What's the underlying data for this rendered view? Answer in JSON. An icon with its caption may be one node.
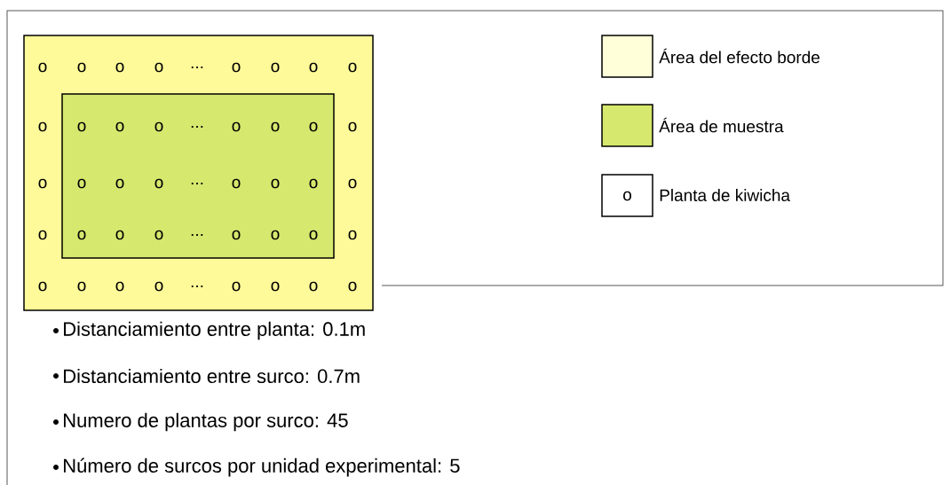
{
  "diagram": {
    "nodes": [
      {
        "text": [
          "o",
          "o",
          "o",
          "o",
          "...",
          "o",
          "o",
          "o",
          "o",
          "o",
          "o",
          "o",
          "o",
          "o",
          "o",
          "o",
          "o",
          "o",
          "o",
          "...",
          "o",
          "o",
          "o",
          "o"
        ]
      },
      {
        "text": [
          "o",
          "o",
          "o",
          "...",
          "o",
          "o",
          "o",
          "o",
          "o",
          "o",
          "...",
          "o",
          "o",
          "o",
          "o",
          "o",
          "o",
          "...",
          "o",
          "o",
          "o"
        ],
        "in": 0
      }
    ],
    "labels": [
      "o",
      "Distanciamiento entre planta: 0.1m",
      "Distanciamiento entre surco: 0.7m",
      "Numero de plantas por surco: 45",
      "Número de surcos por unidad experimental: 5"
    ],
    "legend": [
      {
        "text": "Área del efecto borde",
        "color": "#ffffd9"
      },
      {
        "text": "Área de muestra",
        "color": "#d6e86e"
      },
      {
        "text": "Planta de kiwicha"
      }
    ]
  }
}
